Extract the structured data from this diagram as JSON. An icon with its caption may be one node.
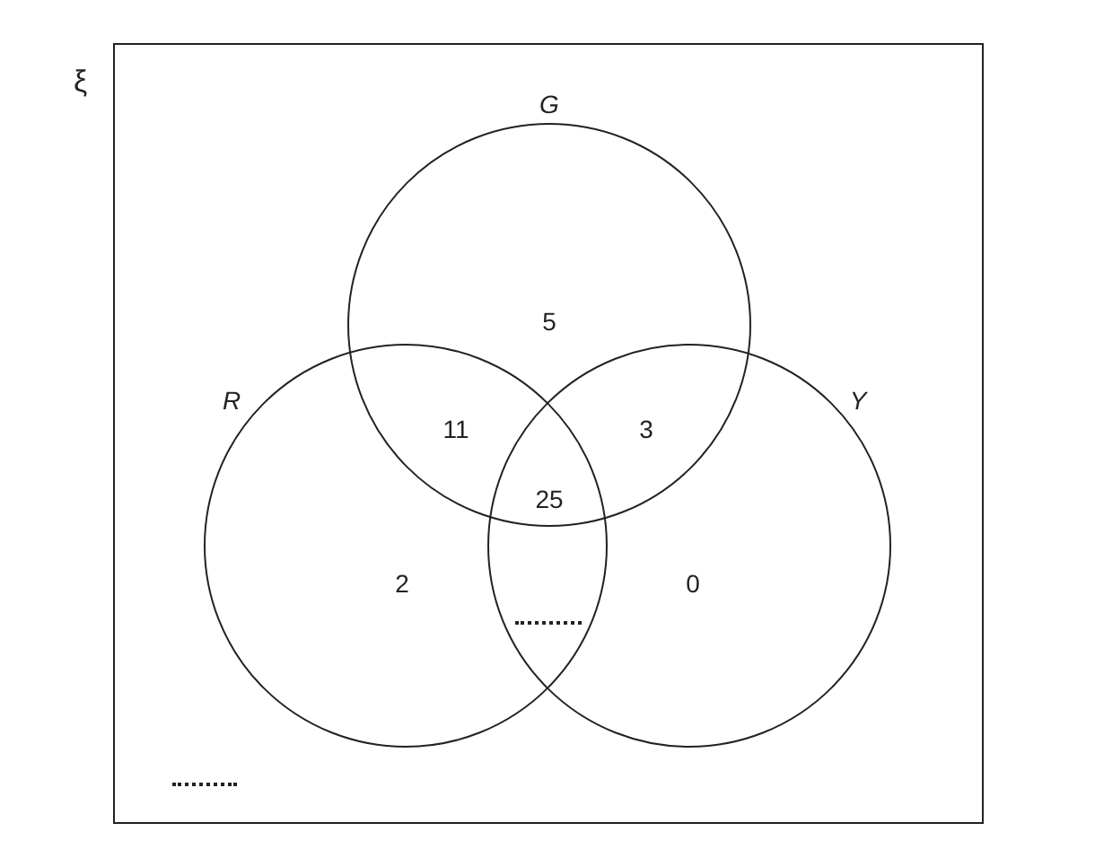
{
  "diagram": {
    "nodes": [
      {
        "text": [
          "ξ"
        ]
      },
      {
        "text": [
          "G"
        ],
        "in": 0
      },
      {
        "text": [
          "R"
        ],
        "in": 0
      },
      {
        "text": [
          "Y"
        ],
        "in": 0
      }
    ],
    "labels": [
      "5",
      "11",
      "3",
      "25",
      "2",
      "0"
    ]
  }
}
